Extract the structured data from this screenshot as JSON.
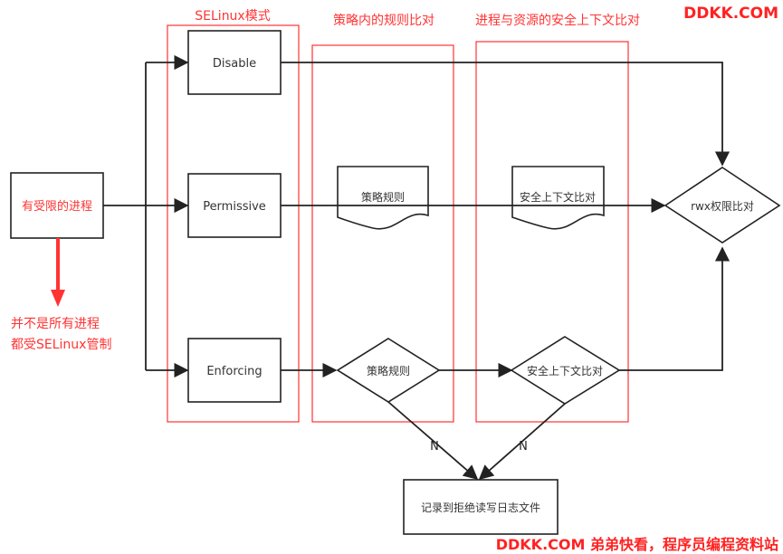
{
  "watermark_top": "DDKK.COM",
  "watermark_bottom": "DDKK.COM 弟弟快看，程序员编程资料站",
  "columns": {
    "selinux_mode": "SELinux模式",
    "policy_rules": "策略内的规则比对",
    "context_compare": "进程与资源的安全上下文比对"
  },
  "nodes": {
    "process": "有受限的进程",
    "disable": "Disable",
    "permissive": "Permissive",
    "enforcing": "Enforcing",
    "policy_doc": "策略规则",
    "context_doc": "安全上下文比对",
    "policy_decision": "策略规则",
    "context_decision": "安全上下文比对",
    "rwx": "rwx权限比对",
    "log": "记录到拒绝读写日志文件"
  },
  "annotation": {
    "line1": "并不是所有进程",
    "line2": "都受SELinux管制"
  },
  "edge_labels": {
    "policy_no": "N",
    "context_no": "N"
  },
  "colors": {
    "red": "#ff3333",
    "black": "#222222"
  }
}
